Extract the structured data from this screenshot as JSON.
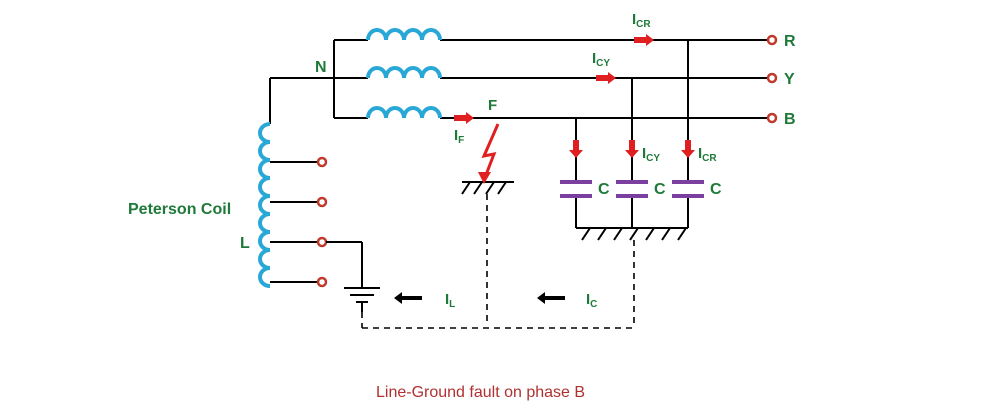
{
  "diagram": {
    "node_N": "N",
    "phase_R": "R",
    "phase_Y": "Y",
    "phase_B": "B",
    "fault_F": "F",
    "coil_label": "Peterson Coil",
    "coil_tap_L": "L",
    "cap_label": "C",
    "current_CR": {
      "main": "I",
      "sub": "CR"
    },
    "current_CY": {
      "main": "I",
      "sub": "CY"
    },
    "current_F": {
      "main": "I",
      "sub": "F"
    },
    "current_L": {
      "main": "I",
      "sub": "L"
    },
    "current_C": {
      "main": "I",
      "sub": "C"
    },
    "caption": "Line-Ground fault on phase B",
    "colors": {
      "wire": "#000000",
      "coil": "#29a8d8",
      "label": "#1f7a3a",
      "arrow": "#e02020",
      "capacitor": "#7b3fa0",
      "terminal": "#c0392b",
      "caption": "#b03030"
    }
  }
}
